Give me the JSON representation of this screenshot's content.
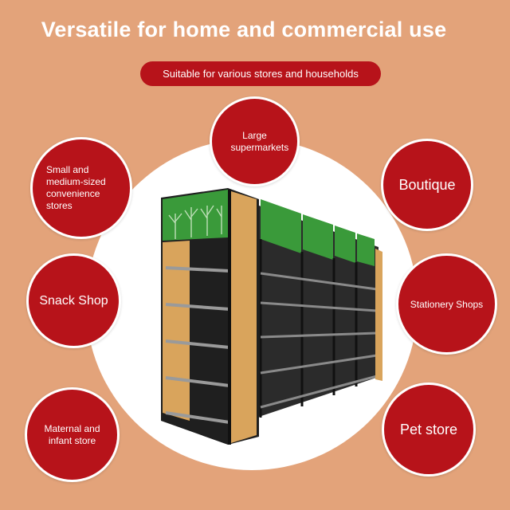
{
  "title": "Versatile for home and commercial use",
  "subtitle_pill": "Suitable for various stores and households",
  "badges": {
    "large_supermarkets": "Large supermarkets",
    "small_stores": "Small and medium-sized convenience stores",
    "boutique": "Boutique",
    "snack_shop": "Snack Shop",
    "stationery_shops": "Stationery Shops",
    "maternal_infant": "Maternal and infant store",
    "pet_store": "Pet store"
  },
  "colors": {
    "background": "#e3a37a",
    "accent_red": "#b7131a",
    "white": "#ffffff",
    "shelf_green": "#3a9a3a",
    "wood": "#d9a45c",
    "frame_black": "#222222"
  },
  "image": "display-shelf-product-image"
}
